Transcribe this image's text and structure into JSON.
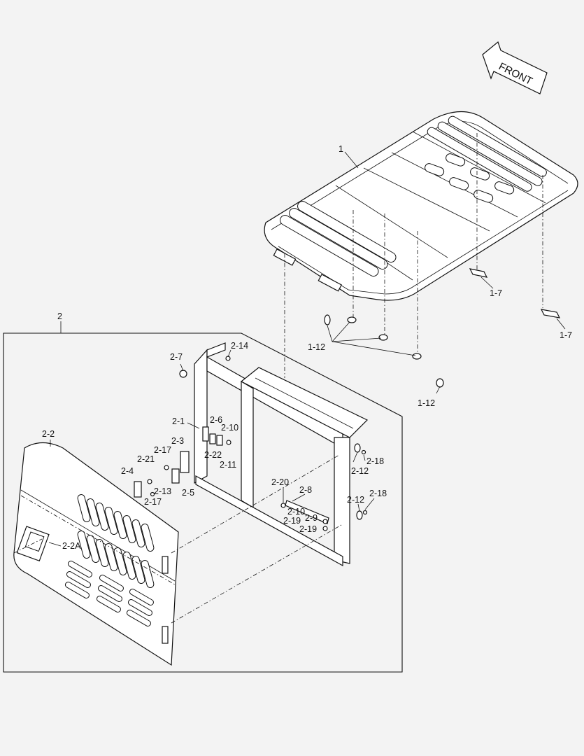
{
  "front_arrow": {
    "label": "FRONT"
  },
  "callouts": {
    "c1": "1",
    "c1_7a": "1-7",
    "c1_7b": "1-7",
    "c1_12a": "1-12",
    "c1_12b": "1-12",
    "c2": "2",
    "c2_14": "2-14",
    "c2_7": "2-7",
    "c2_1": "2-1",
    "c2_6": "2-6",
    "c2_10a": "2-10",
    "c2_22": "2-22",
    "c2_11": "2-11",
    "c2_3": "2-3",
    "c2_17a": "2-17",
    "c2_21": "2-21",
    "c2_4": "2-4",
    "c2_13": "2-13",
    "c2_17b": "2-17",
    "c2_5": "2-5",
    "c2_2": "2-2",
    "c2_2A": "2-2A",
    "c2_20": "2-20",
    "c2_8": "2-8",
    "c2_10b": "2-10",
    "c2_19a": "2-19",
    "c2_9": "2-9",
    "c2_19b": "2-19",
    "c2_18a": "2-18",
    "c2_12a": "2-12",
    "c2_12b": "2-12",
    "c2_18b": "2-18"
  }
}
